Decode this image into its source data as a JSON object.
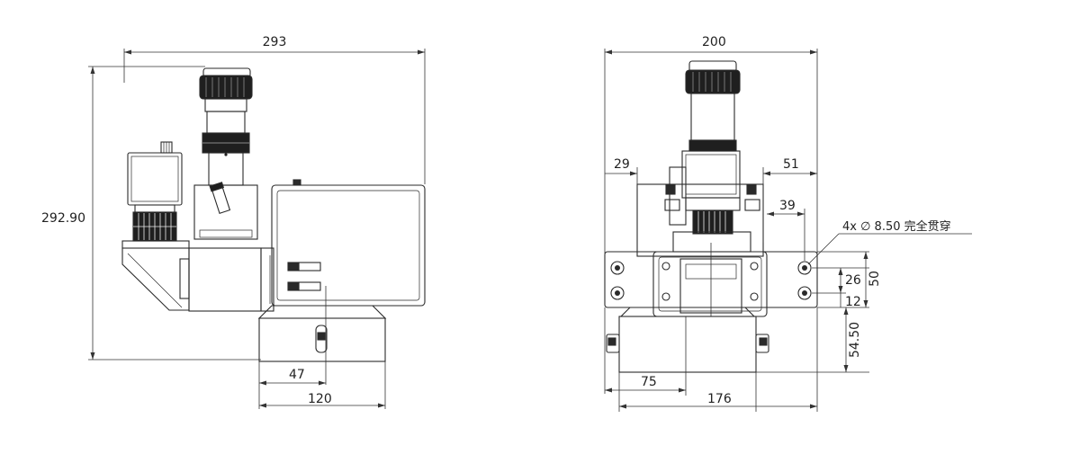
{
  "drawing": {
    "colors": {
      "line": "#2a2a2a",
      "dark": "#1f1f1f",
      "body": "#f4f4f4",
      "mid": "#d8d8d8"
    },
    "side_view": {
      "dims": {
        "top_width": "293",
        "height": "292.90",
        "base_offset": "47",
        "base_width": "120"
      }
    },
    "front_view": {
      "dims": {
        "top_width": "200",
        "left_offset": "29",
        "right_offset": "51",
        "inner_offset": "39",
        "hole_spacing": "26",
        "height": "50",
        "edge": "12",
        "depth": "54.50",
        "base_offset": "75",
        "base_width": "176"
      },
      "hole_note": "4x ∅ 8.50 完全贯穿"
    }
  }
}
